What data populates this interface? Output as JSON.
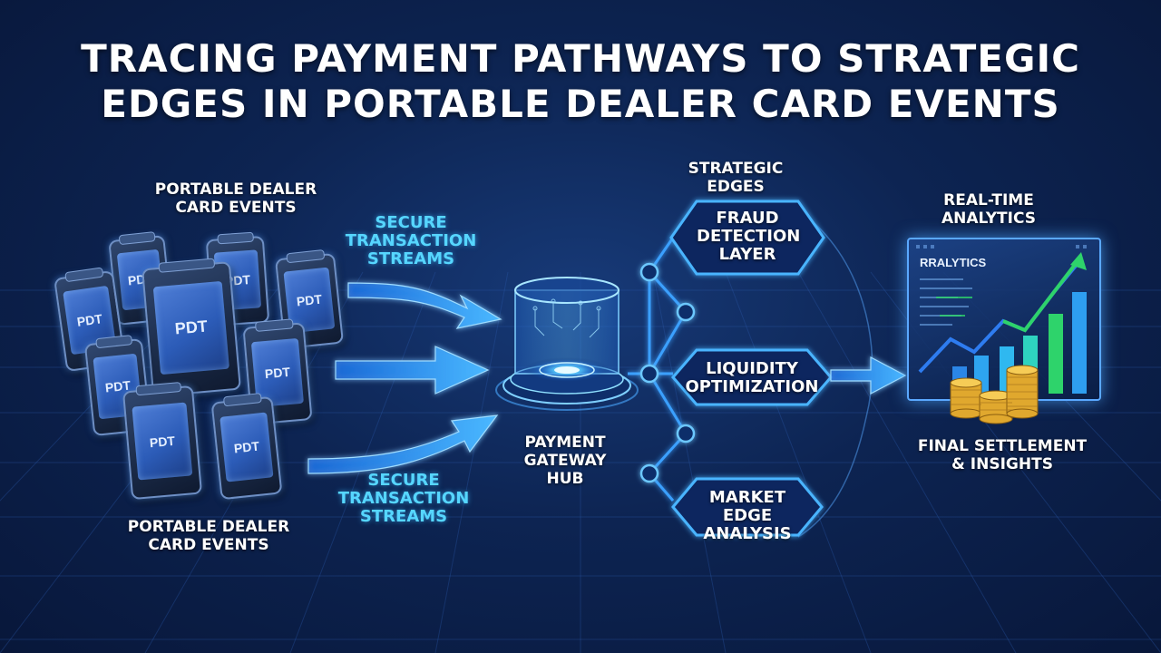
{
  "title": {
    "line1": "TRACING PAYMENT PATHWAYS TO STRATEGIC",
    "line2": "EDGES IN PORTABLE DEALER CARD EVENTS"
  },
  "sources": {
    "label_top": [
      "PORTABLE DEALER",
      "CARD EVENTS"
    ],
    "label_bottom": [
      "PORTABLE DEALER",
      "CARD EVENTS"
    ],
    "device_text": "PDT"
  },
  "streams": {
    "top": [
      "SECURE",
      "TRANSACTION",
      "STREAMS"
    ],
    "bottom": [
      "SECURE",
      "TRANSACTION",
      "STREAMS"
    ]
  },
  "hub": {
    "label": [
      "PAYMENT",
      "GATEWAY",
      "HUB"
    ]
  },
  "edges": {
    "header": [
      "STRATEGIC",
      "EDGES"
    ],
    "fraud": [
      "FRAUD",
      "DETECTION",
      "LAYER"
    ],
    "liquidity": [
      "LIQUIDITY",
      "OPTIMIZATION"
    ],
    "market": [
      "MARKET EDGE",
      "ANALYSIS"
    ]
  },
  "analytics": {
    "header": [
      "REAL-TIME",
      "ANALYTICS"
    ],
    "panel_title": "RRALYTICS",
    "footer": [
      "FINAL SETTLEMENT",
      "& INSIGHTS"
    ]
  },
  "colors": {
    "accent": "#3aa0ff",
    "cyan_text": "#56d6ff",
    "background": "#0d2452",
    "green": "#2ed36b"
  }
}
